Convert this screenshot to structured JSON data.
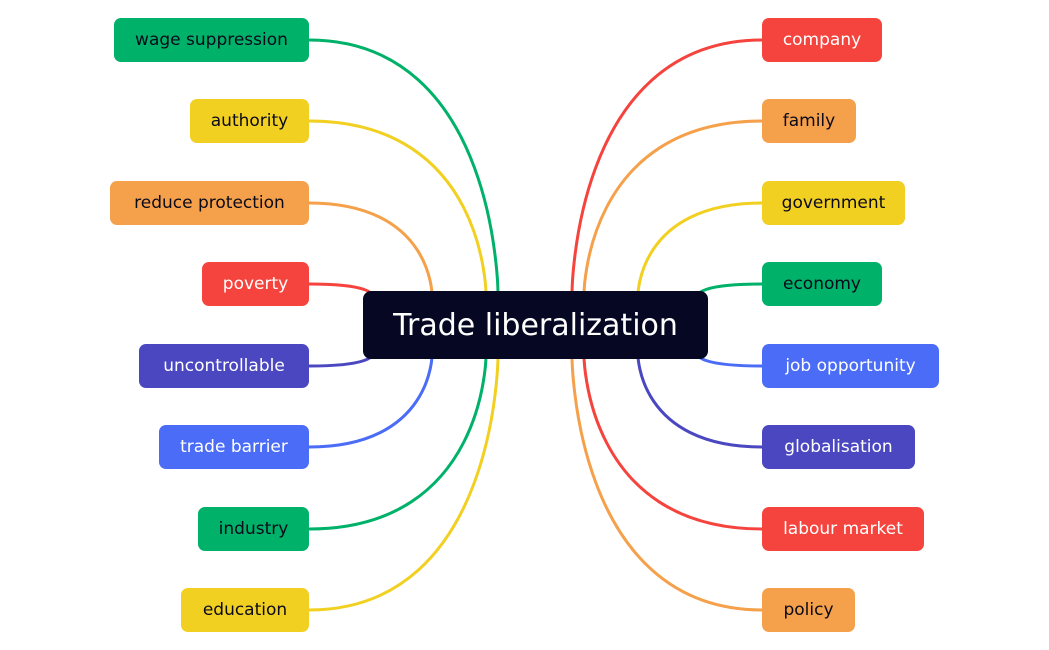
{
  "center": {
    "label": "Trade liberalization",
    "fill": "#050723",
    "text_color": "#ffffff"
  },
  "left_branches": [
    {
      "label": "wage suppression",
      "fill": "#00b16a",
      "text_color": "#0a0a1a"
    },
    {
      "label": "authority",
      "fill": "#f2d022",
      "text_color": "#0a0a1a"
    },
    {
      "label": "reduce protection",
      "fill": "#f5a04a",
      "text_color": "#0a0a1a"
    },
    {
      "label": "poverty",
      "fill": "#f5433d",
      "text_color": "#ffffff"
    },
    {
      "label": "uncontrollable",
      "fill": "#4a47c0",
      "text_color": "#ffffff"
    },
    {
      "label": "trade barrier",
      "fill": "#4a6cf7",
      "text_color": "#ffffff"
    },
    {
      "label": "industry",
      "fill": "#00b16a",
      "text_color": "#0a0a1a"
    },
    {
      "label": "education",
      "fill": "#f2d022",
      "text_color": "#0a0a1a"
    }
  ],
  "right_branches": [
    {
      "label": "company",
      "fill": "#f5433d",
      "text_color": "#ffffff"
    },
    {
      "label": "family",
      "fill": "#f5a04a",
      "text_color": "#0a0a1a"
    },
    {
      "label": "government",
      "fill": "#f2d022",
      "text_color": "#0a0a1a"
    },
    {
      "label": "economy",
      "fill": "#00b16a",
      "text_color": "#0a0a1a"
    },
    {
      "label": "job opportunity",
      "fill": "#4a6cf7",
      "text_color": "#ffffff"
    },
    {
      "label": "globalisation",
      "fill": "#4a47c0",
      "text_color": "#ffffff"
    },
    {
      "label": "labour market",
      "fill": "#f5433d",
      "text_color": "#ffffff"
    },
    {
      "label": "policy",
      "fill": "#f5a04a",
      "text_color": "#0a0a1a"
    }
  ]
}
